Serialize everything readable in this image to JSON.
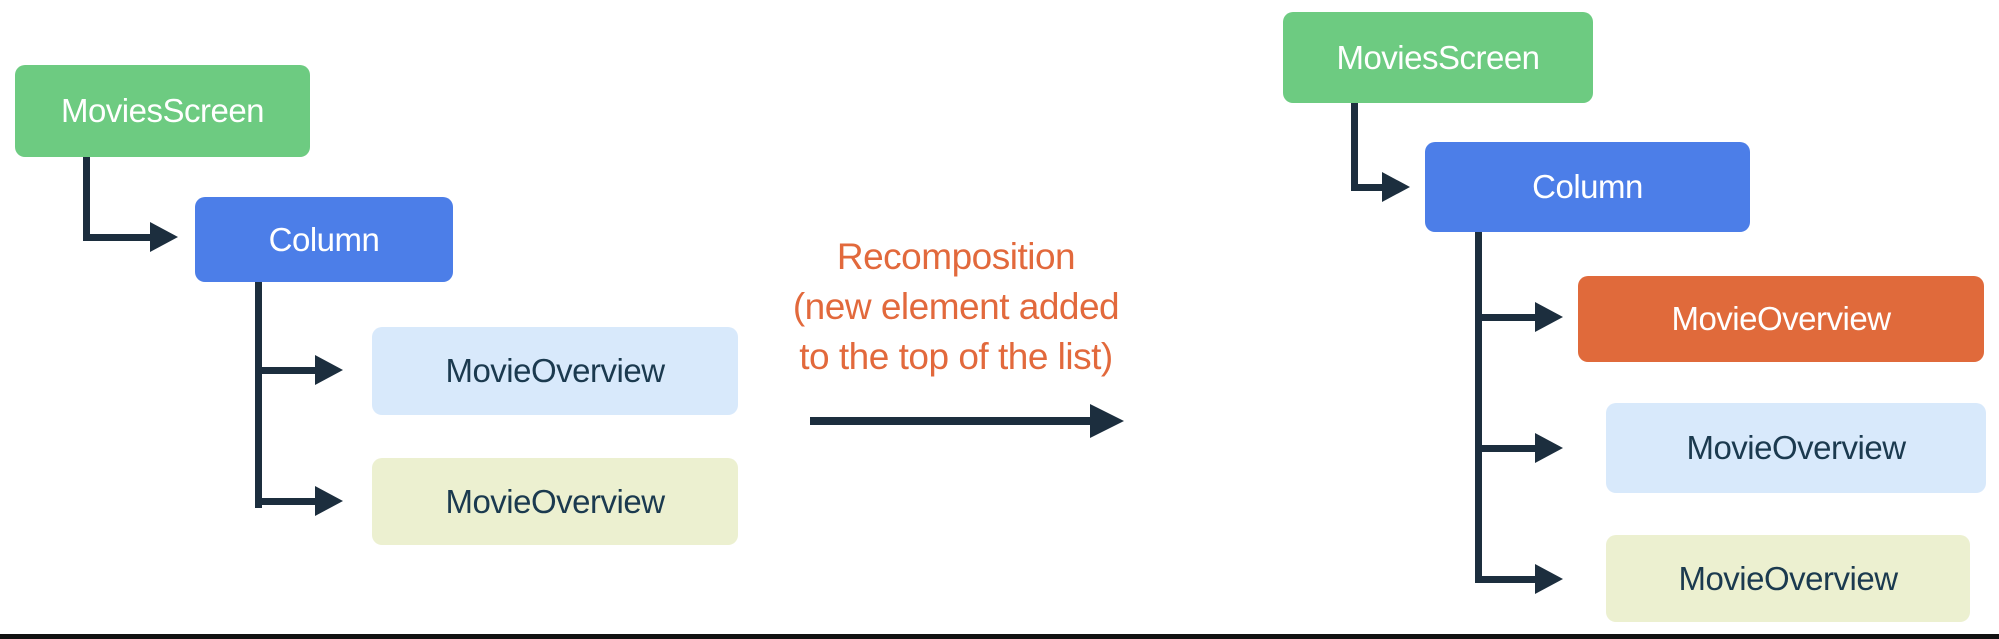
{
  "diagram": {
    "left_tree": {
      "root": "MoviesScreen",
      "container": "Column",
      "items": [
        "MovieOverview",
        "MovieOverview"
      ]
    },
    "annotation": {
      "line1": "Recomposition",
      "line2": "(new element added",
      "line3": "to the top of the list)"
    },
    "right_tree": {
      "root": "MoviesScreen",
      "container": "Column",
      "new_item": "MovieOverview",
      "items": [
        "MovieOverview",
        "MovieOverview"
      ]
    },
    "colors": {
      "root_green": "#6DCB81",
      "container_blue": "#4C7EE8",
      "item_light_blue": "#D8E9FB",
      "item_pale_yellow": "#ECF0D0",
      "new_item_orange": "#E06A3B",
      "connector_navy": "#1C2E3E",
      "item_label_navy": "#1B3A4F",
      "annotation_orange": "#E2693C",
      "bottom_rule_black": "#111111"
    }
  }
}
